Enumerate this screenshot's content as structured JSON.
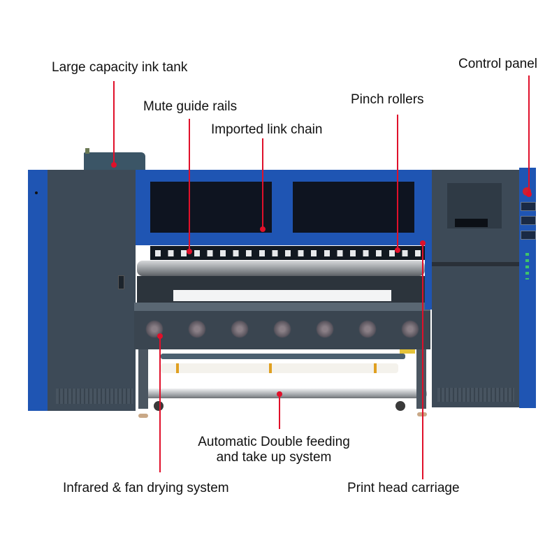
{
  "diagram": {
    "subject": "Industrial textile digital printer (front view)",
    "colors": {
      "frame_blue": "#1f55b3",
      "panel_gray": "#3d4a57",
      "window_dark": "#0e1420",
      "callout_red": "#e0102a",
      "roller_silver": "#b9bcbf"
    },
    "callouts": [
      {
        "id": "ink-tank",
        "label": "Large capacity ink tank"
      },
      {
        "id": "guide-rails",
        "label": "Mute guide rails"
      },
      {
        "id": "link-chain",
        "label": "Imported link chain"
      },
      {
        "id": "pinch-rollers",
        "label": "Pinch rollers"
      },
      {
        "id": "control-panel",
        "label": "Control panel"
      },
      {
        "id": "feeding-system",
        "label_line1": "Automatic Double feeding",
        "label_line2": "and take up system"
      },
      {
        "id": "drying-system",
        "label": "Infrared & fan drying system"
      },
      {
        "id": "print-head",
        "label": "Print head carriage"
      }
    ],
    "fan_count": 7,
    "pinch_roller_count": 20
  }
}
